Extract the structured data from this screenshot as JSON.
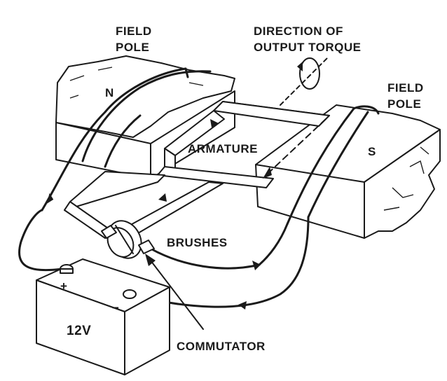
{
  "labels": {
    "field_pole_left_line1": "FIELD",
    "field_pole_left_line2": "POLE",
    "field_pole_right_line1": "FIELD",
    "field_pole_right_line2": "POLE",
    "direction_line1": "DIRECTION OF",
    "direction_line2": "OUTPUT TORQUE",
    "north": "N",
    "south": "S",
    "armature": "ARMATURE",
    "brushes": "BRUSHES",
    "commutator": "COMMUTATOR",
    "battery_voltage": "12V",
    "plus": "+",
    "minus": "−"
  },
  "colors": {
    "ink": "#1a1a1a",
    "paper": "#ffffff"
  }
}
